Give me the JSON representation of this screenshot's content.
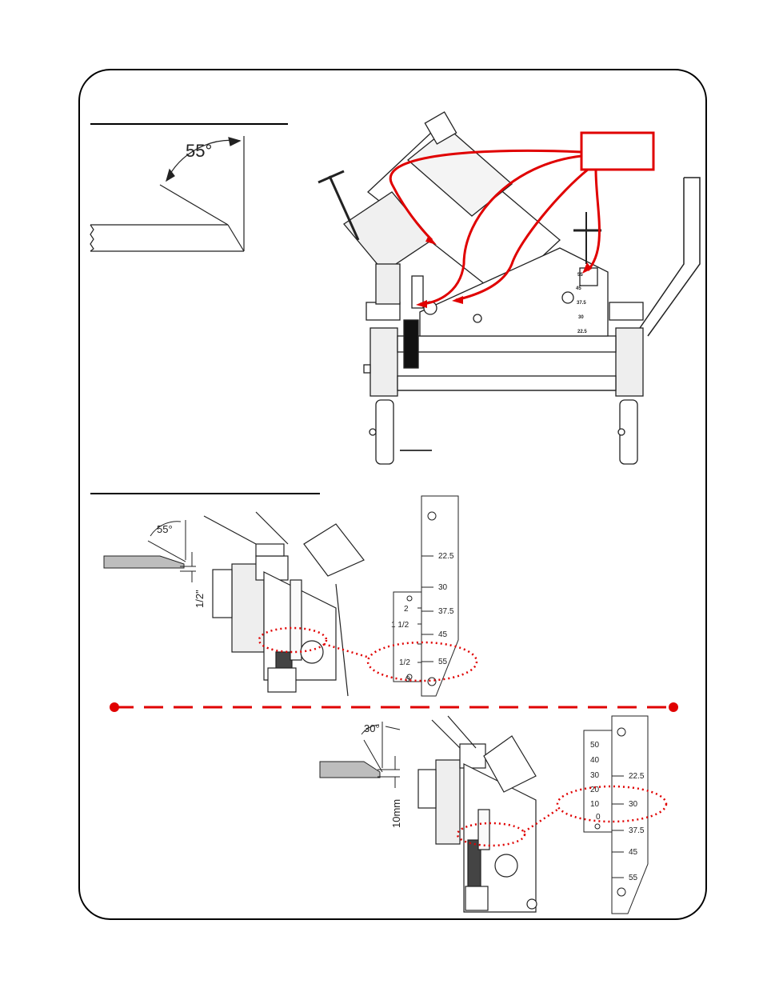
{
  "bevel_top": {
    "angle": "55°"
  },
  "bevel_middle": {
    "angle": "55°",
    "land": "1/2\""
  },
  "bevel_bottom": {
    "angle": "30°",
    "land": "10mm"
  },
  "inch_scale": {
    "labels": [
      "2",
      "1 1/2",
      "1/2",
      "0"
    ]
  },
  "degree_scale_middle": {
    "labels": [
      "22.5",
      "30",
      "37.5",
      "45",
      "55"
    ]
  },
  "metric_scale": {
    "labels": [
      "50",
      "40",
      "30",
      "20",
      "10",
      "0"
    ]
  },
  "degree_scale_bottom": {
    "labels": [
      "22.5",
      "30",
      "37.5",
      "45",
      "55"
    ]
  },
  "machine_plate": {
    "labels": [
      "55",
      "45",
      "37.5",
      "30",
      "22.5"
    ]
  },
  "colors": {
    "accent": "#e00000",
    "ink": "#222222",
    "stock": "#bdbdbd"
  }
}
